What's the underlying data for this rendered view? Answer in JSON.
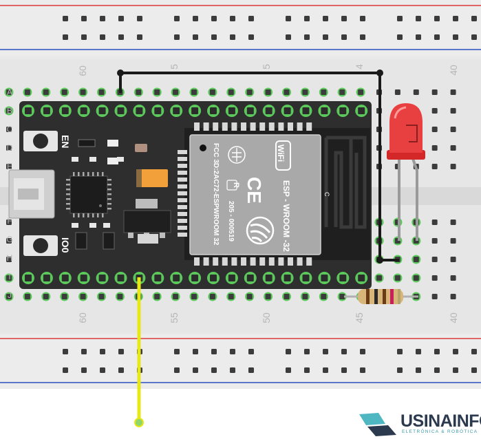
{
  "breadboard": {
    "row_letters": [
      "A",
      "B",
      "C",
      "D",
      "E",
      "F",
      "G",
      "H",
      "I",
      "J"
    ],
    "top_column_numbers": [
      "60",
      "5",
      "5",
      "4",
      "40"
    ],
    "bottom_column_numbers": [
      "60",
      "55",
      "50",
      "45",
      "40"
    ]
  },
  "board": {
    "en_label": "EN",
    "io0_label": "IO0",
    "module_brand": "ESP - WROOM -32",
    "module_fcc": "FCC 3D:2AC72-ESPWROOM 32",
    "module_cert": "205 - 000519",
    "module_r": "R",
    "module_ce": "CE",
    "wifi_label": "WiFi",
    "antenna_c": "C"
  },
  "logo": {
    "name": "USINAINFO",
    "tagline": "ELETRÔNICA & ROBÓTICA"
  },
  "colors": {
    "board": "#2e2e2e",
    "module": "#a8a8a8",
    "led": "#e52a2a",
    "wire_black": "#1a1a1a",
    "wire_yellow": "#e8e817",
    "rail_red": "#d93a3a",
    "rail_blue": "#2a4fbf",
    "hole_active": "#5cc85c"
  }
}
